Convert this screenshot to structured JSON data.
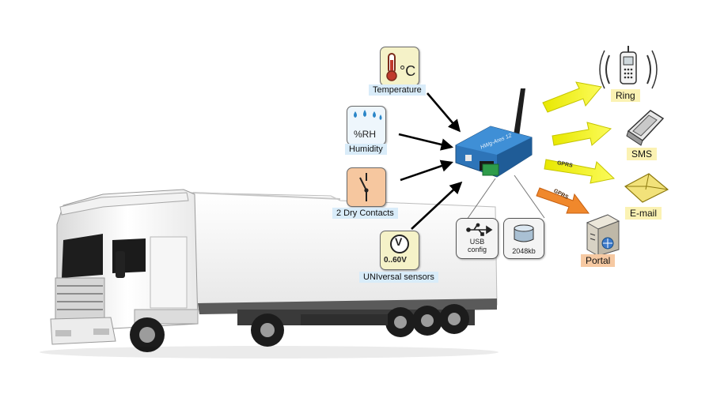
{
  "sensors": {
    "temperature": {
      "label": "Temperature",
      "icon": "thermometer-icon",
      "glyph": "°C"
    },
    "humidity": {
      "label": "Humidity",
      "icon": "humidity-drops-icon",
      "glyph": "%RH"
    },
    "dry_contacts": {
      "label": "2 Dry Contacts",
      "icon": "switch-contact-icon"
    },
    "universal": {
      "label": "UNIversal sensors",
      "icon": "voltmeter-icon",
      "glyph": "V",
      "range": "0..60V"
    }
  },
  "device": {
    "icon": "gsm-router-icon",
    "model_text": "HWg-Ares 12",
    "usb_label": "USB\nconfig",
    "usb_icon": "usb-icon",
    "memory_label": "2048kb",
    "memory_icon": "database-icon"
  },
  "outputs": {
    "ring": {
      "label": "Ring",
      "icon": "ringing-phone-icon"
    },
    "sms": {
      "label": "SMS",
      "icon": "mobile-phone-icon"
    },
    "email": {
      "label": "E-mail",
      "icon": "envelope-icon"
    },
    "portal": {
      "label": "Portal",
      "icon": "server-icon"
    }
  },
  "arrow_labels": {
    "email_gprs": "GPRS",
    "portal_gprs": "GPRS"
  },
  "colors": {
    "label_blue": "#d9ecf9",
    "label_yellow": "#fbf2b3",
    "label_orange": "#f6c9a2",
    "arrow_yellow": "#f3f310",
    "arrow_orange": "#f0882c",
    "device_blue": "#2d74b8"
  }
}
